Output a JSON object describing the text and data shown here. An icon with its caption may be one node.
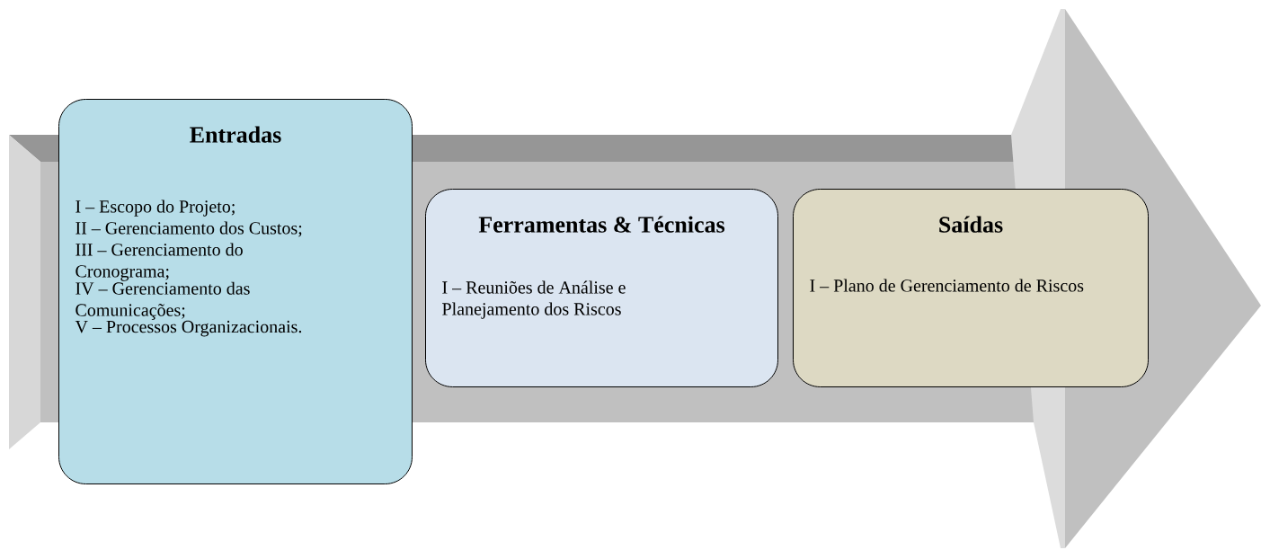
{
  "diagram": {
    "nodes": [
      {
        "text": [
          "Entradas",
          "I – Escopo do Projeto;",
          "II – Gerenciamento dos Custos;",
          "III – Gerenciamento do Cronograma;",
          "IV – Gerenciamento das Comunicações;",
          "V – Processos Organizacionais."
        ]
      },
      {
        "text": [
          "Ferramentas & Técnicas",
          "I – Reuniões de Análise e Planejamento dos Riscos"
        ]
      },
      {
        "text": [
          "Saídas",
          "I – Plano de Gerenciamento de Riscos"
        ]
      }
    ]
  }
}
